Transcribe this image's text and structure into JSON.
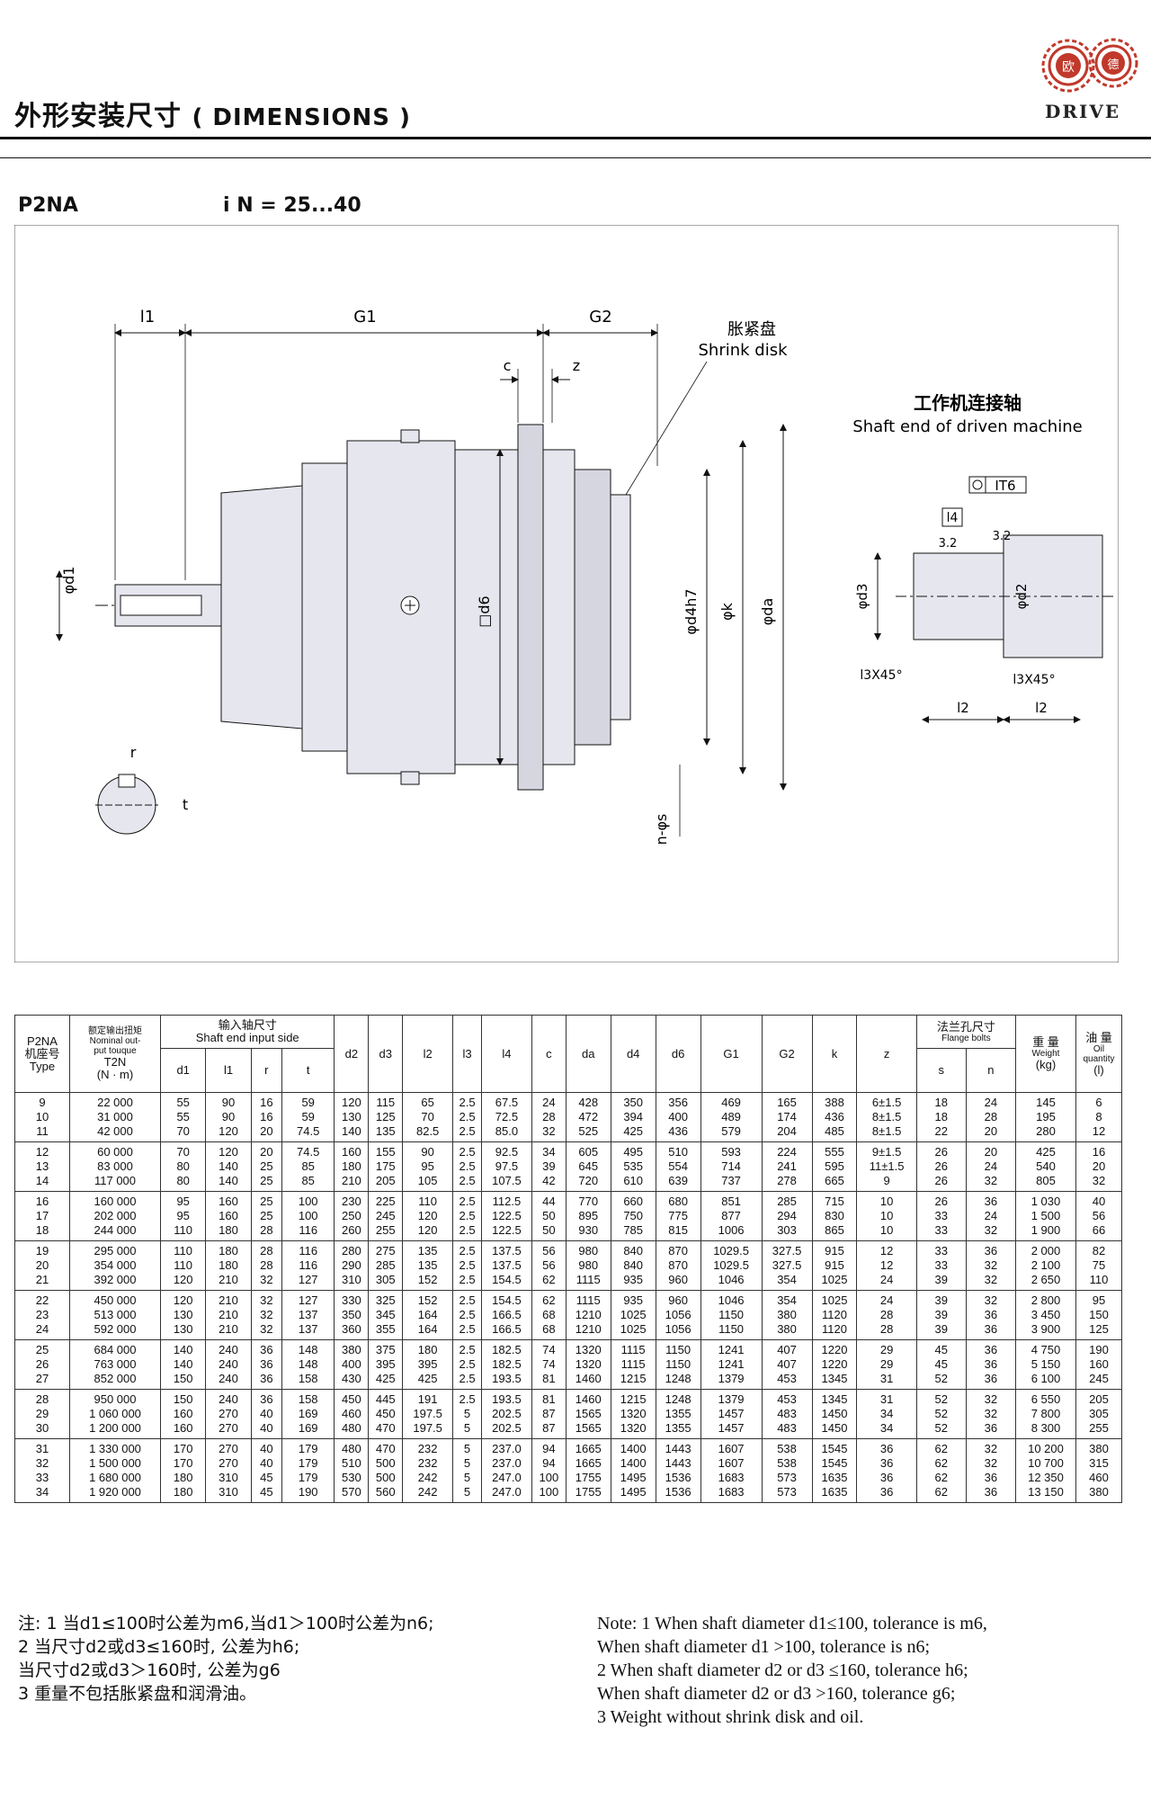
{
  "header": {
    "title_cn": "外形安装尺寸",
    "title_en": "( DIMENSIONS )",
    "logo_text": "DRIVE",
    "logo_chars": [
      "欧",
      "德"
    ]
  },
  "model": "P2NA",
  "ratio": "i N = 25...40",
  "drawing": {
    "labels": {
      "l1": "l1",
      "G1": "G1",
      "G2": "G2",
      "c": "c",
      "z": "z",
      "shrink_cn": "胀紧盘",
      "shrink_en": "Shrink disk",
      "driven_cn": "工作机连接轴",
      "driven_en": "Shaft end of driven machine",
      "it6": "IT6",
      "l4": "l4",
      "ra1": "3.2",
      "ra2": "3.2",
      "d1": "φd1",
      "d6": "□d6",
      "d4": "φd4h7",
      "k": "φk",
      "da": "φda",
      "d3": "φd3",
      "d2": "φd2",
      "ns": "n-φs",
      "l3a": "l3X45°",
      "l3b": "l3X45°",
      "l2a": "l2",
      "l2b": "l2",
      "r": "r",
      "t": "t"
    }
  },
  "table": {
    "headers": {
      "type": [
        "P2NA",
        "机座号",
        "Type"
      ],
      "torque": [
        "额定输出扭矩",
        "Nominal out-",
        "put touque",
        "T2N",
        "(N · m)"
      ],
      "input": [
        "输入轴尺寸",
        "Shaft end input side"
      ],
      "d1": "d1",
      "l1": "l1",
      "r": "r",
      "t": "t",
      "d2": "d2",
      "d3": "d3",
      "l2": "l2",
      "l3": "l3",
      "l4": "l4",
      "c": "c",
      "da": "da",
      "d4": "d4",
      "d6": "d6",
      "G1": "G1",
      "G2": "G2",
      "k": "k",
      "z": "z",
      "flange": [
        "法兰孔尺寸",
        "Flange bolts"
      ],
      "s": "s",
      "n": "n",
      "weight": [
        "重 量",
        "Weight",
        "(kg)"
      ],
      "oil": [
        "油 量",
        "Oil",
        "quantity",
        "(l)"
      ]
    },
    "groups": [
      {
        "rows": [
          [
            "9",
            "22 000",
            "55",
            "90",
            "16",
            "59",
            "120",
            "115",
            "65",
            "2.5",
            "67.5",
            "24",
            "428",
            "350",
            "356",
            "469",
            "165",
            "388",
            "6±1.5",
            "18",
            "24",
            "145",
            "6"
          ],
          [
            "10",
            "31 000",
            "55",
            "90",
            "16",
            "59",
            "130",
            "125",
            "70",
            "2.5",
            "72.5",
            "28",
            "472",
            "394",
            "400",
            "489",
            "174",
            "436",
            "8±1.5",
            "18",
            "28",
            "195",
            "8"
          ],
          [
            "11",
            "42 000",
            "70",
            "120",
            "20",
            "74.5",
            "140",
            "135",
            "82.5",
            "2.5",
            "85.0",
            "32",
            "525",
            "425",
            "436",
            "579",
            "204",
            "485",
            "8±1.5",
            "22",
            "20",
            "280",
            "12"
          ]
        ]
      },
      {
        "rows": [
          [
            "12",
            "60 000",
            "70",
            "120",
            "20",
            "74.5",
            "160",
            "155",
            "90",
            "2.5",
            "92.5",
            "34",
            "605",
            "495",
            "510",
            "593",
            "224",
            "555",
            "9±1.5",
            "26",
            "20",
            "425",
            "16"
          ],
          [
            "13",
            "83 000",
            "80",
            "140",
            "25",
            "85",
            "180",
            "175",
            "95",
            "2.5",
            "97.5",
            "39",
            "645",
            "535",
            "554",
            "714",
            "241",
            "595",
            "11±1.5",
            "26",
            "24",
            "540",
            "20"
          ],
          [
            "14",
            "117 000",
            "80",
            "140",
            "25",
            "85",
            "210",
            "205",
            "105",
            "2.5",
            "107.5",
            "42",
            "720",
            "610",
            "639",
            "737",
            "278",
            "665",
            "9",
            "26",
            "32",
            "805",
            "32"
          ]
        ]
      },
      {
        "rows": [
          [
            "16",
            "160 000",
            "95",
            "160",
            "25",
            "100",
            "230",
            "225",
            "110",
            "2.5",
            "112.5",
            "44",
            "770",
            "660",
            "680",
            "851",
            "285",
            "715",
            "10",
            "26",
            "36",
            "1 030",
            "40"
          ],
          [
            "17",
            "202 000",
            "95",
            "160",
            "25",
            "100",
            "250",
            "245",
            "120",
            "2.5",
            "122.5",
            "50",
            "895",
            "750",
            "775",
            "877",
            "294",
            "830",
            "10",
            "33",
            "24",
            "1 500",
            "56"
          ],
          [
            "18",
            "244 000",
            "110",
            "180",
            "28",
            "116",
            "260",
            "255",
            "120",
            "2.5",
            "122.5",
            "50",
            "930",
            "785",
            "815",
            "1006",
            "303",
            "865",
            "10",
            "33",
            "32",
            "1 900",
            "66"
          ]
        ]
      },
      {
        "rows": [
          [
            "19",
            "295 000",
            "110",
            "180",
            "28",
            "116",
            "280",
            "275",
            "135",
            "2.5",
            "137.5",
            "56",
            "980",
            "840",
            "870",
            "1029.5",
            "327.5",
            "915",
            "12",
            "33",
            "36",
            "2 000",
            "82"
          ],
          [
            "20",
            "354 000",
            "110",
            "180",
            "28",
            "116",
            "290",
            "285",
            "135",
            "2.5",
            "137.5",
            "56",
            "980",
            "840",
            "870",
            "1029.5",
            "327.5",
            "915",
            "12",
            "33",
            "32",
            "2 100",
            "75"
          ],
          [
            "21",
            "392 000",
            "120",
            "210",
            "32",
            "127",
            "310",
            "305",
            "152",
            "2.5",
            "154.5",
            "62",
            "1115",
            "935",
            "960",
            "1046",
            "354",
            "1025",
            "24",
            "39",
            "32",
            "2 650",
            "110"
          ]
        ]
      },
      {
        "rows": [
          [
            "22",
            "450 000",
            "120",
            "210",
            "32",
            "127",
            "330",
            "325",
            "152",
            "2.5",
            "154.5",
            "62",
            "1115",
            "935",
            "960",
            "1046",
            "354",
            "1025",
            "24",
            "39",
            "32",
            "2 800",
            "95"
          ],
          [
            "23",
            "513 000",
            "130",
            "210",
            "32",
            "137",
            "350",
            "345",
            "164",
            "2.5",
            "166.5",
            "68",
            "1210",
            "1025",
            "1056",
            "1150",
            "380",
            "1120",
            "28",
            "39",
            "36",
            "3 450",
            "150"
          ],
          [
            "24",
            "592 000",
            "130",
            "210",
            "32",
            "137",
            "360",
            "355",
            "164",
            "2.5",
            "166.5",
            "68",
            "1210",
            "1025",
            "1056",
            "1150",
            "380",
            "1120",
            "28",
            "39",
            "36",
            "3 900",
            "125"
          ]
        ]
      },
      {
        "rows": [
          [
            "25",
            "684 000",
            "140",
            "240",
            "36",
            "148",
            "380",
            "375",
            "180",
            "2.5",
            "182.5",
            "74",
            "1320",
            "1115",
            "1150",
            "1241",
            "407",
            "1220",
            "29",
            "45",
            "36",
            "4 750",
            "190"
          ],
          [
            "26",
            "763 000",
            "140",
            "240",
            "36",
            "148",
            "400",
            "395",
            "395",
            "2.5",
            "182.5",
            "74",
            "1320",
            "1115",
            "1150",
            "1241",
            "407",
            "1220",
            "29",
            "45",
            "36",
            "5 150",
            "160"
          ],
          [
            "27",
            "852 000",
            "150",
            "240",
            "36",
            "158",
            "430",
            "425",
            "425",
            "2.5",
            "193.5",
            "81",
            "1460",
            "1215",
            "1248",
            "1379",
            "453",
            "1345",
            "31",
            "52",
            "36",
            "6 100",
            "245"
          ]
        ]
      },
      {
        "rows": [
          [
            "28",
            "950 000",
            "150",
            "240",
            "36",
            "158",
            "450",
            "445",
            "191",
            "2.5",
            "193.5",
            "81",
            "1460",
            "1215",
            "1248",
            "1379",
            "453",
            "1345",
            "31",
            "52",
            "32",
            "6 550",
            "205"
          ],
          [
            "29",
            "1 060 000",
            "160",
            "270",
            "40",
            "169",
            "460",
            "450",
            "197.5",
            "5",
            "202.5",
            "87",
            "1565",
            "1320",
            "1355",
            "1457",
            "483",
            "1450",
            "34",
            "52",
            "32",
            "7 800",
            "305"
          ],
          [
            "30",
            "1 200 000",
            "160",
            "270",
            "40",
            "169",
            "480",
            "470",
            "197.5",
            "5",
            "202.5",
            "87",
            "1565",
            "1320",
            "1355",
            "1457",
            "483",
            "1450",
            "34",
            "52",
            "36",
            "8 300",
            "255"
          ]
        ]
      },
      {
        "rows": [
          [
            "31",
            "1 330 000",
            "170",
            "270",
            "40",
            "179",
            "480",
            "470",
            "232",
            "5",
            "237.0",
            "94",
            "1665",
            "1400",
            "1443",
            "1607",
            "538",
            "1545",
            "36",
            "62",
            "32",
            "10 200",
            "380"
          ],
          [
            "32",
            "1 500 000",
            "170",
            "270",
            "40",
            "179",
            "510",
            "500",
            "232",
            "5",
            "237.0",
            "94",
            "1665",
            "1400",
            "1443",
            "1607",
            "538",
            "1545",
            "36",
            "62",
            "32",
            "10 700",
            "315"
          ],
          [
            "33",
            "1 680 000",
            "180",
            "310",
            "45",
            "179",
            "530",
            "500",
            "242",
            "5",
            "247.0",
            "100",
            "1755",
            "1495",
            "1536",
            "1683",
            "573",
            "1635",
            "36",
            "62",
            "36",
            "12 350",
            "460"
          ],
          [
            "34",
            "1 920 000",
            "180",
            "310",
            "45",
            "190",
            "570",
            "560",
            "242",
            "5",
            "247.0",
            "100",
            "1755",
            "1495",
            "1536",
            "1683",
            "573",
            "1635",
            "36",
            "62",
            "36",
            "13 150",
            "380"
          ]
        ]
      }
    ]
  },
  "notes_cn": [
    "注: 1   当d1≤100时公差为m6,当d1＞100时公差为n6;",
    "      2   当尺寸d2或d3≤160时, 公差为h6;",
    "           当尺寸d2或d3＞160时, 公差为g6",
    "      3   重量不包括胀紧盘和润滑油。"
  ],
  "notes_en": [
    "Note:  1 When shaft diameter d1≤100, tolerance is m6,",
    "             When shaft diameter d1 >100, tolerance is n6;",
    "           2 When shaft diameter d2 or d3 ≤160, tolerance h6;",
    "             When shaft diameter d2 or d3 >160, tolerance g6;",
    "           3 Weight without shrink disk and oil."
  ],
  "colors": {
    "line": "#111111",
    "fill": "#e6e6ee",
    "fill_dark": "#d6d6e0"
  }
}
